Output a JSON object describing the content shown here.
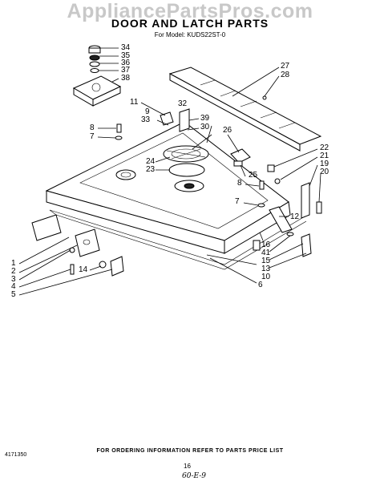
{
  "watermark": "AppliancePartsPros.com",
  "title": "DOOR AND LATCH PARTS",
  "model_line": "For Model: KUDS22ST-0",
  "footer": {
    "ordering_note": "FOR ORDERING INFORMATION REFER TO PARTS PRICE LIST",
    "part_number": "4171350",
    "page_number": "16",
    "handwritten": "60-E-9"
  },
  "callouts": {
    "n34": "34",
    "n35": "35",
    "n36": "36",
    "n37": "37",
    "n38": "38",
    "n27": "27",
    "n28": "28",
    "n11": "11",
    "n32": "32",
    "n9": "9",
    "n33": "33",
    "n39": "39",
    "n30": "30",
    "n8a": "8",
    "n7a": "7",
    "n26": "26",
    "n24": "24",
    "n23": "23",
    "n25": "25",
    "n22": "22",
    "n21": "21",
    "n19": "19",
    "n20": "20",
    "n8b": "8",
    "n7b": "7",
    "n12": "12",
    "n16": "16",
    "n41": "41",
    "n15": "15",
    "n13": "13",
    "n10": "10",
    "n6": "6",
    "n1": "1",
    "n2": "2",
    "n3": "3",
    "n4": "4",
    "n5": "5",
    "n14": "14"
  }
}
